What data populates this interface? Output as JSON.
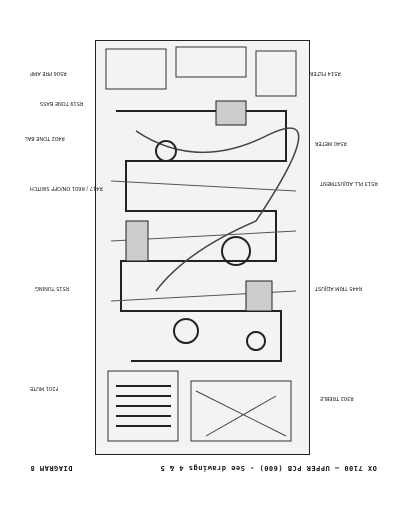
{
  "labels": {
    "r506_pre_amp": "R506 PRE AMP",
    "r519_tone_bass": "R519 TONE BASS",
    "r402_tone_bal": "R402 TONE BAL",
    "r417_r601_on_off": "R417 / R601 ON/OFF SWITCH",
    "r515_tuning": "R515 TUNING",
    "r514_filter": "R514 FILTER",
    "r540_meter": "R540 METER",
    "r513_pll_adjust": "R513 PLL ADJUSTMENT",
    "r445_trim": "R445 TRIM ADJUST",
    "r201_mute": "F201 MUTE",
    "r302_treble": "R302 TREBLE"
  },
  "footer": {
    "left": "DIAGRAM 8",
    "right": "OX 7100 — UPPER PCB (600) - See drawings 4 & 5"
  }
}
